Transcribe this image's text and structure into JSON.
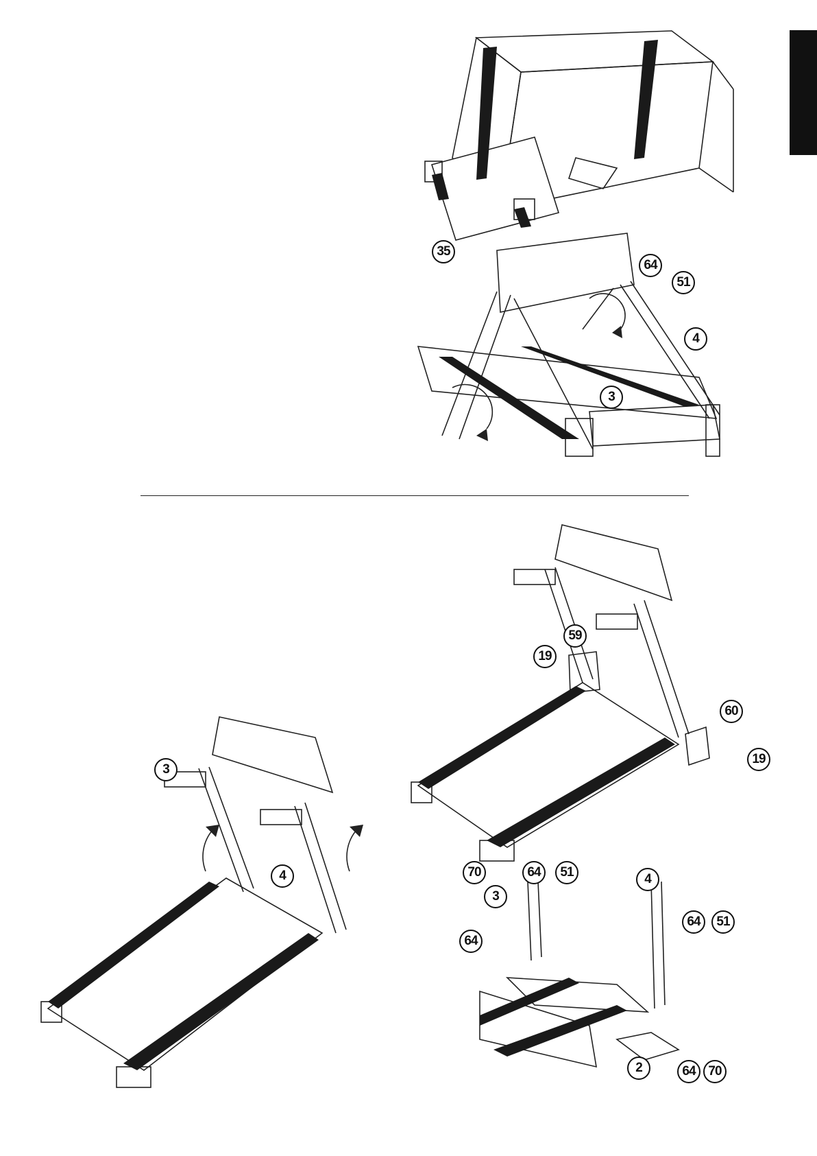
{
  "callouts": {
    "fig2": {
      "c35": "35",
      "c64": "64",
      "c51": "51",
      "c4": "4",
      "c3": "3"
    },
    "fig3": {
      "c3": "3",
      "c4": "4"
    },
    "fig4": {
      "c59": "59",
      "c19a": "19",
      "c60": "60",
      "c19b": "19"
    },
    "fig5": {
      "c70a": "70",
      "c3": "3",
      "c64a": "64",
      "c51a": "51",
      "c4": "4",
      "c64b": "64",
      "c51b": "51",
      "c64c": "64",
      "c2": "2",
      "c70b": "70",
      "c64d": "64"
    }
  },
  "colors": {
    "line": "#222222",
    "belt": "#1a1a1a",
    "tab": "#111111"
  }
}
